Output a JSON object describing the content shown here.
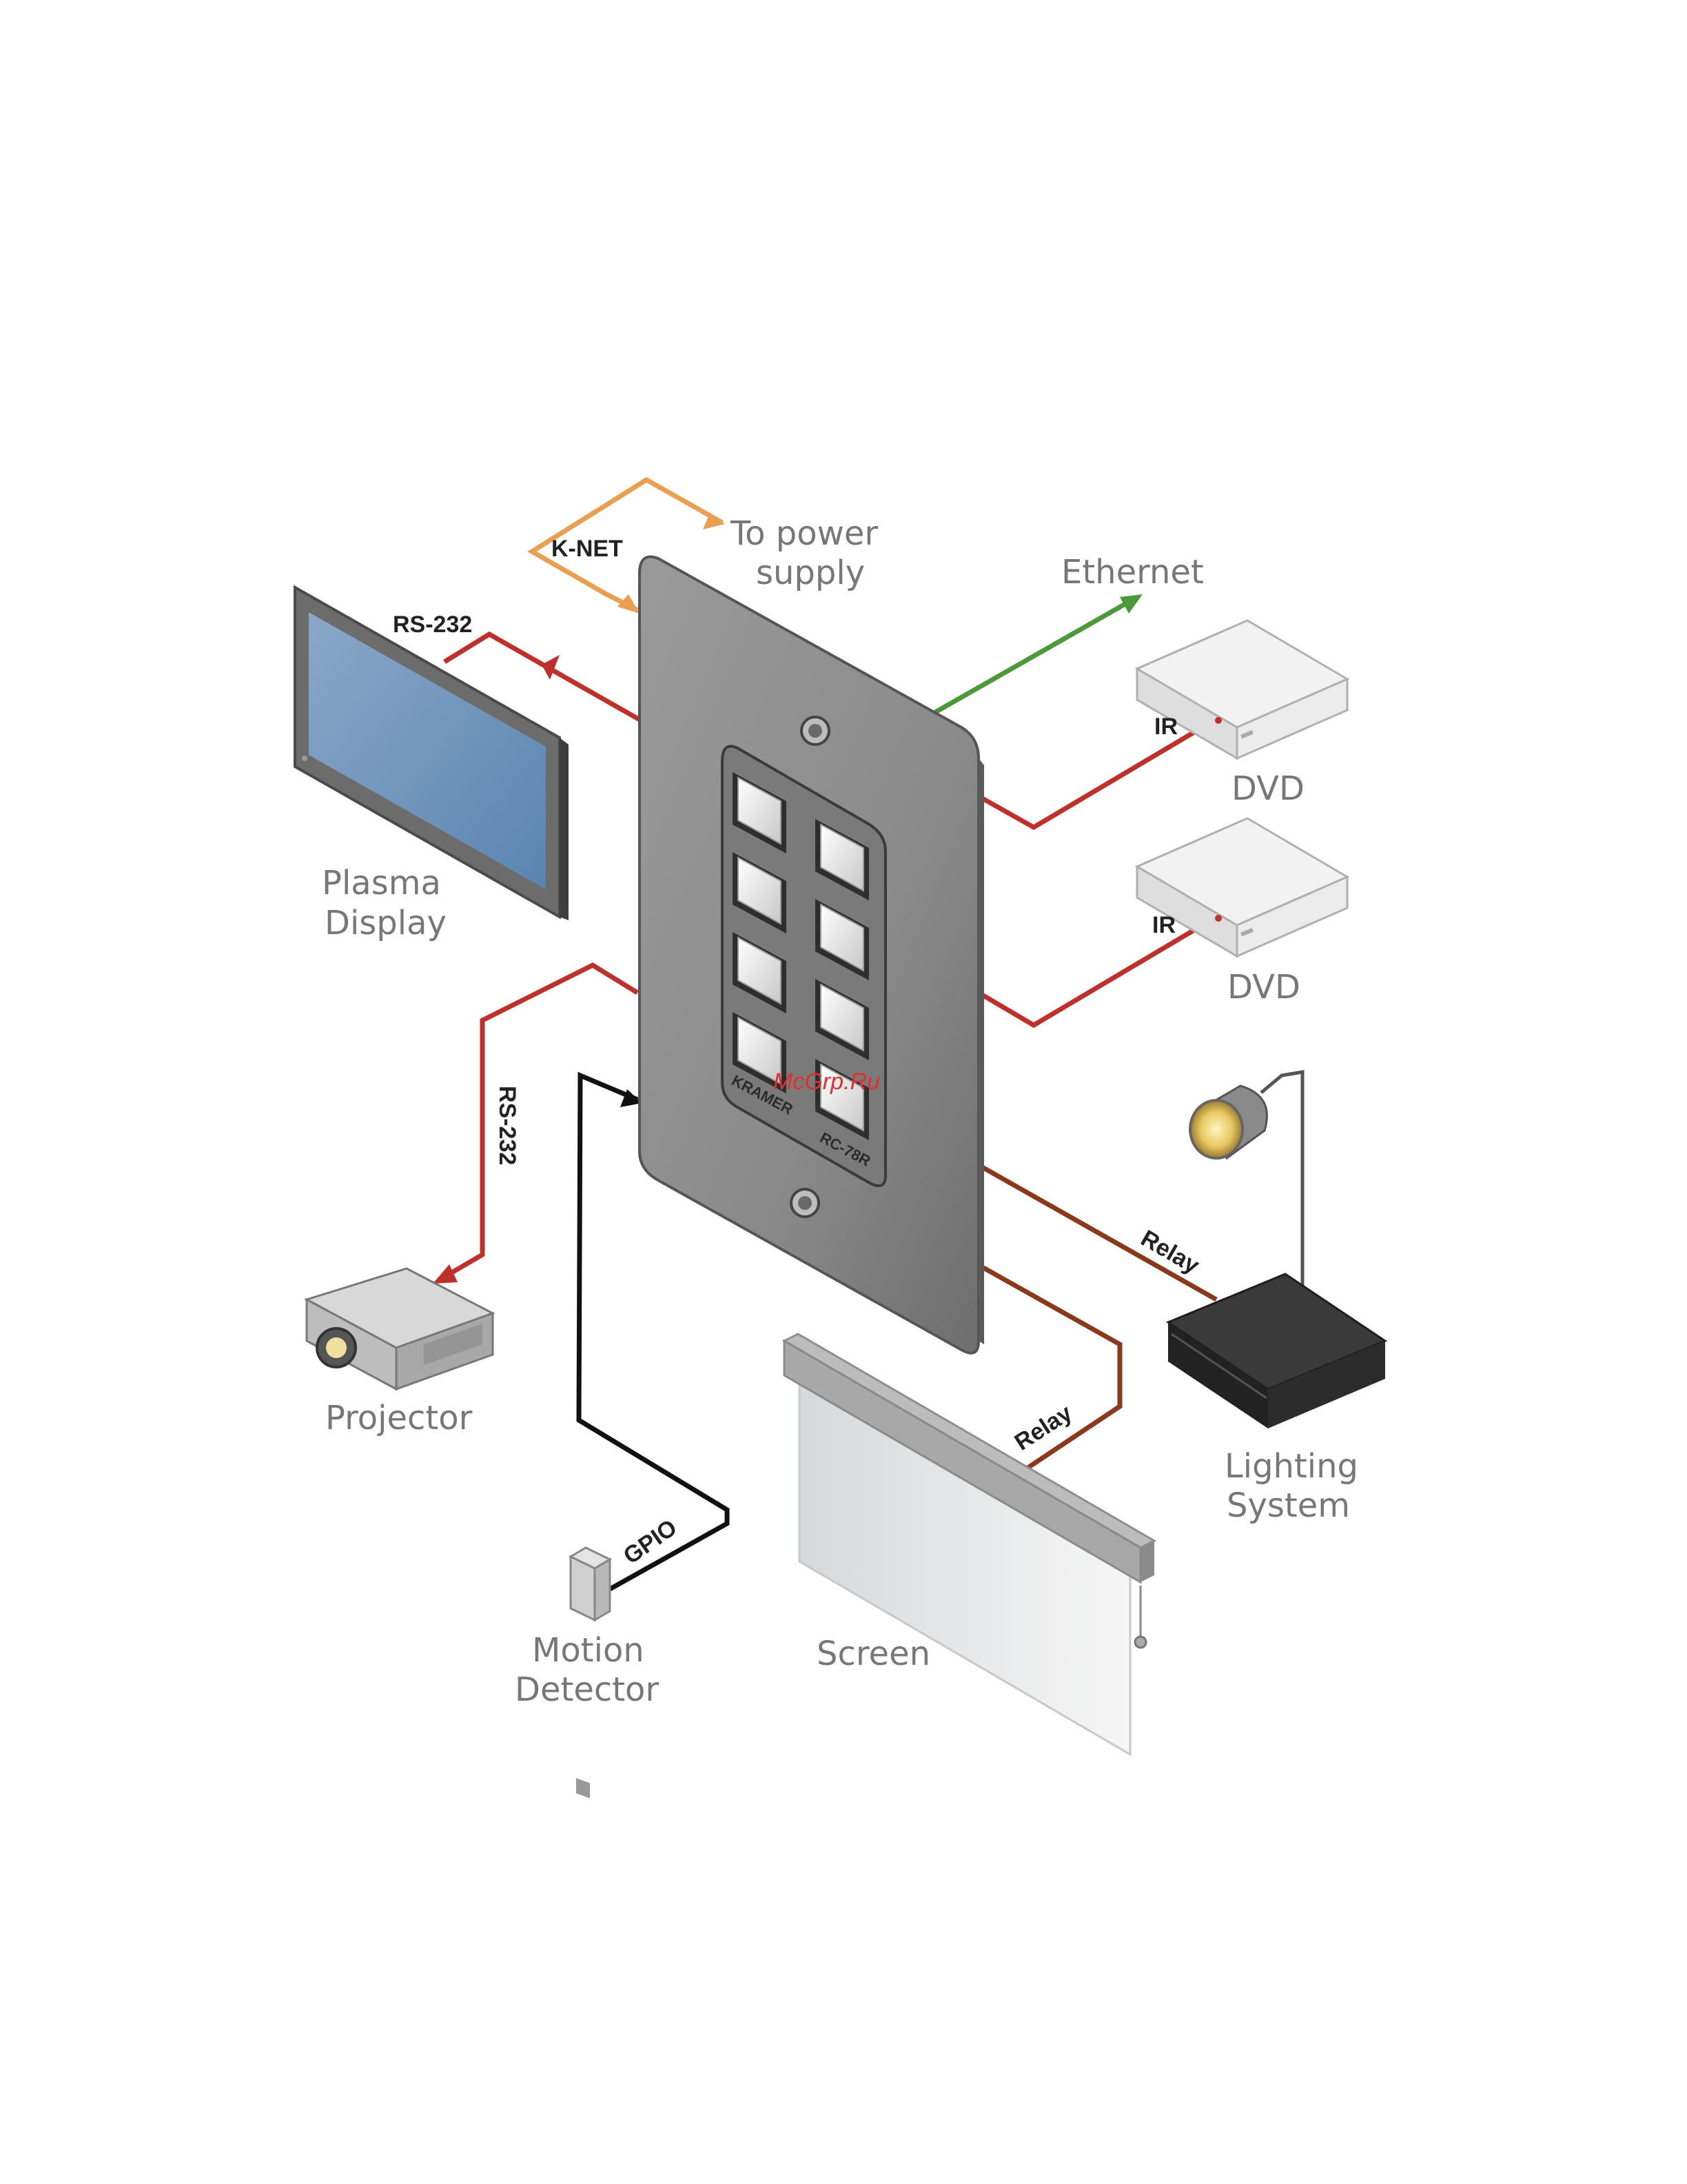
{
  "labels": {
    "k_net": "K-NET",
    "to_power_supply_line1": "To power",
    "to_power_supply_line2": "supply",
    "ethernet": "Ethernet",
    "rs232_top": "RS-232",
    "rs232_side": "RS-232",
    "ir_1": "IR",
    "ir_2": "IR",
    "dvd_1": "DVD",
    "dvd_2": "DVD",
    "plasma_line1": "Plasma",
    "plasma_line2": "Display",
    "projector": "Projector",
    "relay_1": "Relay",
    "relay_2": "Relay",
    "lighting_line1": "Lighting",
    "lighting_line2": "System",
    "gpio": "GPIO",
    "motion_line1": "Motion",
    "motion_line2": "Detector",
    "screen": "Screen"
  },
  "panel": {
    "brand": "KRAMER",
    "model": "RC-78R",
    "button_count": 8
  },
  "watermark": "McGrp.Ru",
  "colors": {
    "k_net": "#e8a050",
    "ethernet": "#4a9a3a",
    "rs232": "#c0302a",
    "ir": "#c0302a",
    "relay": "#8a3a1a",
    "gpio": "#111111",
    "panel": "#8c8c8c"
  }
}
